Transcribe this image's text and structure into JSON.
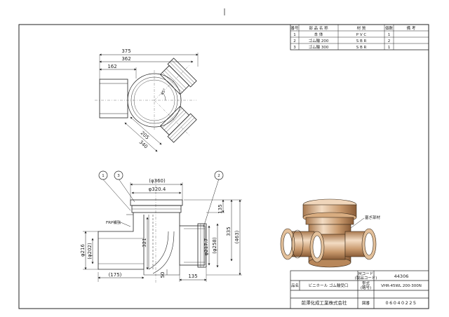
{
  "parts_table": {
    "headers": [
      "番号",
      "部 品 名 称",
      "材 質",
      "個数",
      "備 考"
    ],
    "rows": [
      [
        "1",
        "本 体",
        "P V C",
        "1",
        ""
      ],
      [
        "2",
        "ゴム輪 200",
        "S B R",
        "2",
        ""
      ],
      [
        "3",
        "ゴム輪 300",
        "S B R",
        "1",
        ""
      ]
    ]
  },
  "plan_dims": {
    "d375": "375",
    "d362": "362",
    "d162": "162",
    "d205": "205",
    "d340": "340",
    "ang": "45°"
  },
  "section_dims": {
    "phi360": "(φ360)",
    "phi320": "φ320.4",
    "d135a": "135",
    "d335": "335",
    "d463": "(463)",
    "d321": "321",
    "phi216": "φ216",
    "phi202": "(φ202)",
    "d175": "(175)",
    "d50": "50",
    "d135b": "135",
    "phi258": "(φ258)",
    "phi217": "φ217.7",
    "frp_label": "FRP補強",
    "b1": "1",
    "b2": "2",
    "b3": "3"
  },
  "iso_label": "塞ぎ部材",
  "title_block": {
    "mcode_label": "Mコード\n(製品コード)",
    "mcode_value": "44306",
    "name_label": "品名",
    "name_value": "ビニホール ゴム輪受口",
    "model_label": "型式(略号)",
    "model_value": "VHR-45WL 200-300N",
    "company": "前澤化成工業株式会社",
    "drawing_label": "図番",
    "drawing_value": "06040225"
  }
}
